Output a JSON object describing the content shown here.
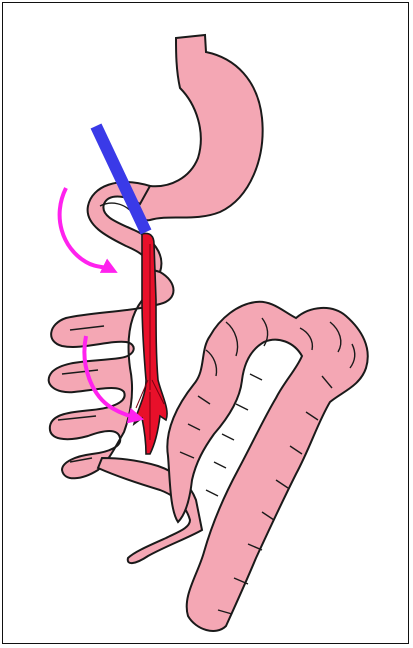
{
  "figure": {
    "type": "medical-illustration",
    "structures": [
      {
        "name": "stomach",
        "color": "#f4a7b4"
      },
      {
        "name": "small-intestine-loops",
        "color": "#f4a7b4"
      },
      {
        "name": "ileum-tail",
        "color": "#f4a7b4"
      },
      {
        "name": "colon",
        "color": "#f4a7b4"
      },
      {
        "name": "mesenteric-vessel",
        "color": "#e8102a"
      },
      {
        "name": "instrument",
        "color": "#3a3ae8"
      }
    ],
    "arrows": [
      {
        "name": "rotation-arrow-upper",
        "color": "#ff22ee"
      },
      {
        "name": "rotation-arrow-lower",
        "color": "#ff22ee"
      }
    ],
    "outline_color": "#1a1a1a"
  }
}
